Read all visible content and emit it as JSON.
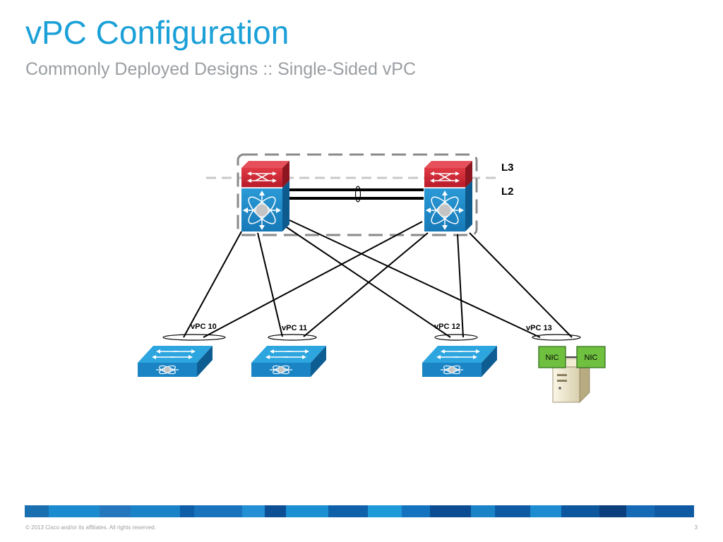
{
  "slide": {
    "title": "vPC Configuration",
    "subtitle": "Commonly Deployed Designs :: Single-Sided vPC",
    "copyright": "© 2013 Cisco and/or its affiliates. All rights reserved.",
    "page_number": "3"
  },
  "diagram": {
    "layer_labels": {
      "l3": "L3",
      "l2": "L2"
    },
    "vpc_labels": [
      "vPC 10",
      "vPC 11",
      "vPC 12",
      "vPC 13"
    ],
    "nic_labels": [
      "NIC",
      "NIC"
    ],
    "colors": {
      "switch_blue": "#1e8fcf",
      "router_red": "#c8202f",
      "nic_green": "#70c040",
      "dashed_box": "#8a8a8a",
      "title_blue": "#1ba0d7"
    },
    "icons": [
      "nexus-core-switch-icon",
      "access-switch-icon",
      "server-icon"
    ]
  }
}
